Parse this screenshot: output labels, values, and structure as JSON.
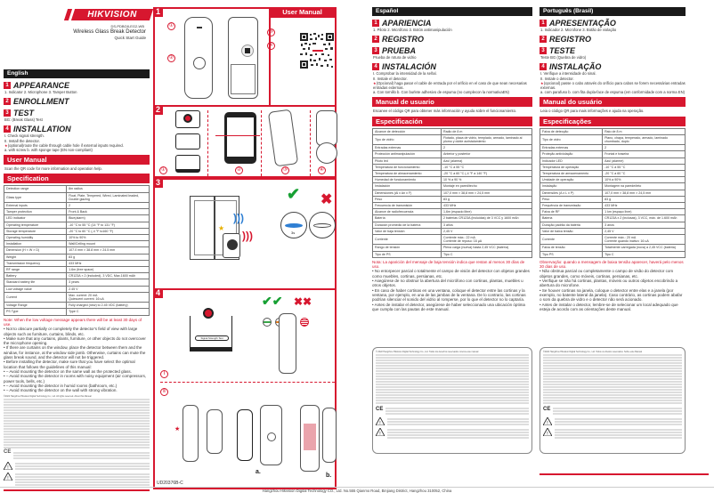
{
  "header": {
    "brand": "HIKVISION",
    "model": "DS-PDBG8-EG2-WB",
    "product": "Wireless Glass Break Detector",
    "guide": "Quick Start Guide"
  },
  "english": {
    "language": "English",
    "sections": [
      {
        "num": "1",
        "title": "APPEARANCE",
        "text": "1. Indicator 2. Microphone 3. Tamper Button"
      },
      {
        "num": "2",
        "title": "ENROLLMENT",
        "text": ""
      },
      {
        "num": "3",
        "title": "TEST",
        "text": "BG: (Break Glass) Test"
      },
      {
        "num": "4",
        "title": "INSTALLATION",
        "lines": [
          "I. Check signal strength.",
          "II. Install the detector.",
          "(optional)route the cable through cable hole if external inputs required.",
          "a. with screw b. with sponge tape (EN non-compliant)"
        ]
      }
    ],
    "user_manual_title": "User Manual",
    "user_manual_text": "Scan the QR code for more information and operation help.",
    "spec_title": "Specification",
    "spec_rows": [
      [
        "Detection range",
        "8m radius"
      ],
      [
        "Glass type",
        "Float, Plate, Tempered, Wired, Laminated leaded, Double glazing"
      ],
      [
        "External inputs",
        "2"
      ],
      [
        "Tamper protection",
        "Front & Back"
      ],
      [
        "LED indicator",
        "Blue(alarm)"
      ],
      [
        "Operating temperature",
        "-10 °C to 55 °C (14 °F to 131 °F)"
      ],
      [
        "Storage temperature",
        "-20 °C to 60 °C (-4 °F to160 °F)"
      ],
      [
        "Operating humidity",
        "10% to 90%"
      ],
      [
        "Installation",
        "Wall/Ceiling mount"
      ],
      [
        "Dimension (H × W × D)",
        "107.0 mm × 38.8 mm × 24.5 mm"
      ],
      [
        "Weight",
        "83 g"
      ],
      [
        "Transmission frequency",
        "433 MHz"
      ],
      [
        "RF range",
        "1.6m (free space)"
      ],
      [
        "Battery",
        "CR123A × 2 (included), 3 VDC, Max.1600 mAh"
      ],
      [
        "Standard battery life",
        "3 years"
      ],
      [
        "Low voltage value",
        "2.45 V"
      ],
      [
        "Current",
        "Max. current: 20 mA\nQuiescent current: 16 uA"
      ],
      [
        "Voltage Range",
        "Fully charged (new) to 2.45 VDC (battery)"
      ],
      [
        "PS Type",
        "Type C"
      ]
    ],
    "note": "Note: When the low voltage message appears there will be at least 30 days of use.",
    "bullets": [
      "Not to obscure partially or completely the detector's field of view with large objects such as furniture, curtains, blinds, etc.",
      "Make sure that any curtains, plants, furniture, or other objects do not overcover the microphone opening.",
      "If there are curtains on the window, place the detector between them and the window, for instance, at the window side jamb. Otherwise, curtains can mute the glass break sound, and the detector will not be triggered.",
      "Before installing the detector, make sure that you have select the optimal location that follows the guidelines of this manual:",
      "– Avoid mounting the detector on the same wall as the protected glass.",
      "– Avoid mounting the detector in rooms with noisy equipment (air compressors, power tools, bells, etc.)",
      "– Avoid mounting the detector in humid rooms (bathroom, etc.)",
      "– Avoid mounting the detector on the wall with strong vibration."
    ],
    "legal_header": "©2022 Hangzhou Hikvision Digital Technology Co., Ltd. All rights reserved. About this Manual"
  },
  "diagrams": {
    "step1": "1",
    "step2": "2",
    "step3": "3",
    "step4": "4",
    "callouts": [
      "①",
      "②",
      "③",
      "④"
    ],
    "roman": [
      "Ⅰ",
      "Ⅱ"
    ],
    "user_manual_label": "User Manual",
    "signal_test_label": "Signal Strength Test",
    "install_labels": [
      "a.",
      "b."
    ],
    "doc_id": "UD20376B-C",
    "timer": "3s"
  },
  "spanish": {
    "language": "Español",
    "sections": [
      {
        "num": "1",
        "title": "APARIENCIA",
        "text": "1. Piloto 2. Micrófono 3. Botón antimanipulación"
      },
      {
        "num": "2",
        "title": "REGISTRO",
        "text": ""
      },
      {
        "num": "3",
        "title": "PRUEBA",
        "text": "Prueba de rotura de vidrio"
      },
      {
        "num": "4",
        "title": "INSTALACIÓN",
        "lines": [
          "I. Comprobar la intensidad de la señal.",
          "II. Instale el detector.",
          "(Opcional) haga pasar el cable de entrada por el orificio en el caso de que sean necesarias entradas externas.",
          "a. Con tornillo b. Con burlete adhesivo de espuma (no cumplecon la normativaEN)"
        ]
      }
    ],
    "user_manual_title": "Manual de usuario",
    "user_manual_text": "Escanee el código QR para obtener más información y ayuda sobre el funcionamiento.",
    "spec_title": "Especificación",
    "spec_rows": [
      [
        "Alcance de detección",
        "Radio de 8 m"
      ],
      [
        "Tipo de vidrio",
        "Flotado, placa de vidrio, templado, armado, laminado al plomo y doble acristalamiento"
      ],
      [
        "Entradas externas",
        "2"
      ],
      [
        "Protección antimanipulación",
        "Anterior y posterior"
      ],
      [
        "Piloto led",
        "Azul (alarma)"
      ],
      [
        "Temperatura de funcionamiento",
        "-10 °C a 55 °C"
      ],
      [
        "Temperatura de almacenamiento",
        "-20 °C a 60 °C (-4 °F a 140 °F)"
      ],
      [
        "Humedad de funcionamiento",
        "10 % a 90 %"
      ],
      [
        "Instalación",
        "Montaje en pared/techo"
      ],
      [
        "Dimensiones (Al x An x F)",
        "107,0 mm × 38,8 mm × 24,5 mm"
      ],
      [
        "Peso",
        "83 g"
      ],
      [
        "Frecuencia de transmisión",
        "433 MHz"
      ],
      [
        "Alcance de radiofrecuencia",
        "1,6m (espacio libre)"
      ],
      [
        "Batería",
        "2 baterías CR123A (incluidas) de 3 VCC y 1600 mAh"
      ],
      [
        "Duración promedio de la batería",
        "3 años"
      ],
      [
        "Valor de baja tensión",
        "2,45 V"
      ],
      [
        "Corriente",
        "Corriente máx.: 22 mA\nCorriente de reposo: 16 μA"
      ],
      [
        "Rango de tensión",
        "Plena carga (nueva) hasta 2,45 VCC (batería)"
      ],
      [
        "Tipo de PS",
        "Tipo C"
      ]
    ],
    "note": "Nota: La aparición del mensaje de baja tensión indica que restan al menos 30 días de uso.",
    "bullets": [
      "No entorpecer parcial o totalmente el campo de visión del detector con objetos grandes como muebles, cortinas, persianas, etc.",
      "Asegúrese de no obstruir la abertura del micrófono con cortinas, plantas, muebles u otros objetos.",
      "En caso de haber cortinas en una ventana, coloque el detector entre las cortinas y la ventana, por ejemplo, en una de las jambas de la ventana. De lo contrario, las cortinas podrían silenciar el sonido del vidrio al romperse, por lo que el detector no lo captaría.",
      "Antes de instalar el detector, asegúrese de haber seleccionado una ubicación óptima que cumpla con las pautas de este manual."
    ],
    "legal_header": "© 2022 Hangzhou Hikvision Digital Technology Co., Ltd. Todos los derechos reservados. Acerca este manual"
  },
  "portuguese": {
    "language": "Português (Brasil)",
    "sections": [
      {
        "num": "1",
        "title": "APRESENTAÇÃO",
        "text": "1. Indicador 2. Microfone 3. Botão de violação"
      },
      {
        "num": "2",
        "title": "REGISTRO",
        "text": ""
      },
      {
        "num": "3",
        "title": "TESTE",
        "text": "Teste BG (Quebra de vidro)"
      },
      {
        "num": "4",
        "title": "INSTALAÇÃO",
        "lines": [
          "I. Verifique a intensidade do sinal.",
          "II. Instale o detector.",
          "(opcional) passe o cabo através do orifício para cabos se forem necessárias entradas externas.",
          "a. com parafuso b. com fita dupla-face de espuma (em conformidade com a norma EN)"
        ]
      }
    ],
    "user_manual_title": "Manual do usuário",
    "user_manual_text": "Leia o código QR para mais informações e ajuda na operação.",
    "spec_title": "Especificações",
    "spec_rows": [
      [
        "Faixa de detecção",
        "Raio de 8 m"
      ],
      [
        "Tipo de vidro",
        "Plano, chapa, temperado, armado, laminado chumbado, duplo"
      ],
      [
        "Entradas externas",
        "2"
      ],
      [
        "Proteção antiviolação",
        "Frontal e traseira"
      ],
      [
        "Indicador LED",
        "Azul (alarme)"
      ],
      [
        "Temperatura de operação",
        "-10 °C a 55 °C"
      ],
      [
        "Temperatura de armazenamento",
        "-20 °C a 60 °C"
      ],
      [
        "Umidade de operação",
        "10% a 90%"
      ],
      [
        "Instalação",
        "Montagem na parede/teto"
      ],
      [
        "Dimensões (A x L x P)",
        "107,0 mm × 38,8 mm × 24,5 mm"
      ],
      [
        "Peso",
        "83 g"
      ],
      [
        "Frequência de transmissão",
        "433 MHz"
      ],
      [
        "Faixa de RF",
        "1 km (espaço livre)"
      ],
      [
        "Bateria",
        "CR123A x 2 (inclusas), 3 VCC, máx. de 1.600 mAh"
      ],
      [
        "Duração padrão da bateria",
        "3 anos"
      ],
      [
        "Valor de baixa tensão",
        "2,45 V"
      ],
      [
        "Corrente",
        "Corrente máx.: 20 mA\nCorrente quando inativo: 16 uA"
      ],
      [
        "Faixa de tensão",
        "Totalmente carregada (nova) a 2,45 VCC (bateria)"
      ],
      [
        "Tipo PS",
        "Tipo C"
      ]
    ],
    "note": "Observação: quando a mensagem de baixa tensão aparecer, haverá pelo menos 30 dias de uso.",
    "bullets": [
      "Não obstrua parcial ou completamente o campo de visão do detector com objetos grandes, como móveis, cortinas, persianas, etc.",
      "Verifique se não há cortinas, plantas, móveis ou outros objetos encobrindo a abertura do microfone.",
      "Se houver cortinas na janela, coloque o detector entre elas e a janela (por exemplo, no batente lateral da janela). Caso contrário, as cortinas podem abafar o som da quebra de vidro e o detector não será acionado.",
      "Antes de instalar o detector, lembre-se de selecionar um local adequado que esteja de acordo com as orientações deste manual."
    ],
    "legal_header": "©2022 Hangzhou Hikvision Digital Technology Co., Ltd. Todos os direitos reservados. Sobre este Manual"
  },
  "footer": {
    "address": "Hangzhou Hikvision Digital Technology CO., Ltd. No.555 Qianmo Road, Binjiang District, Hangzhou 310052, China"
  },
  "colors": {
    "brand_red": "#d7172f",
    "dark_bar": "#1a1a1a"
  }
}
